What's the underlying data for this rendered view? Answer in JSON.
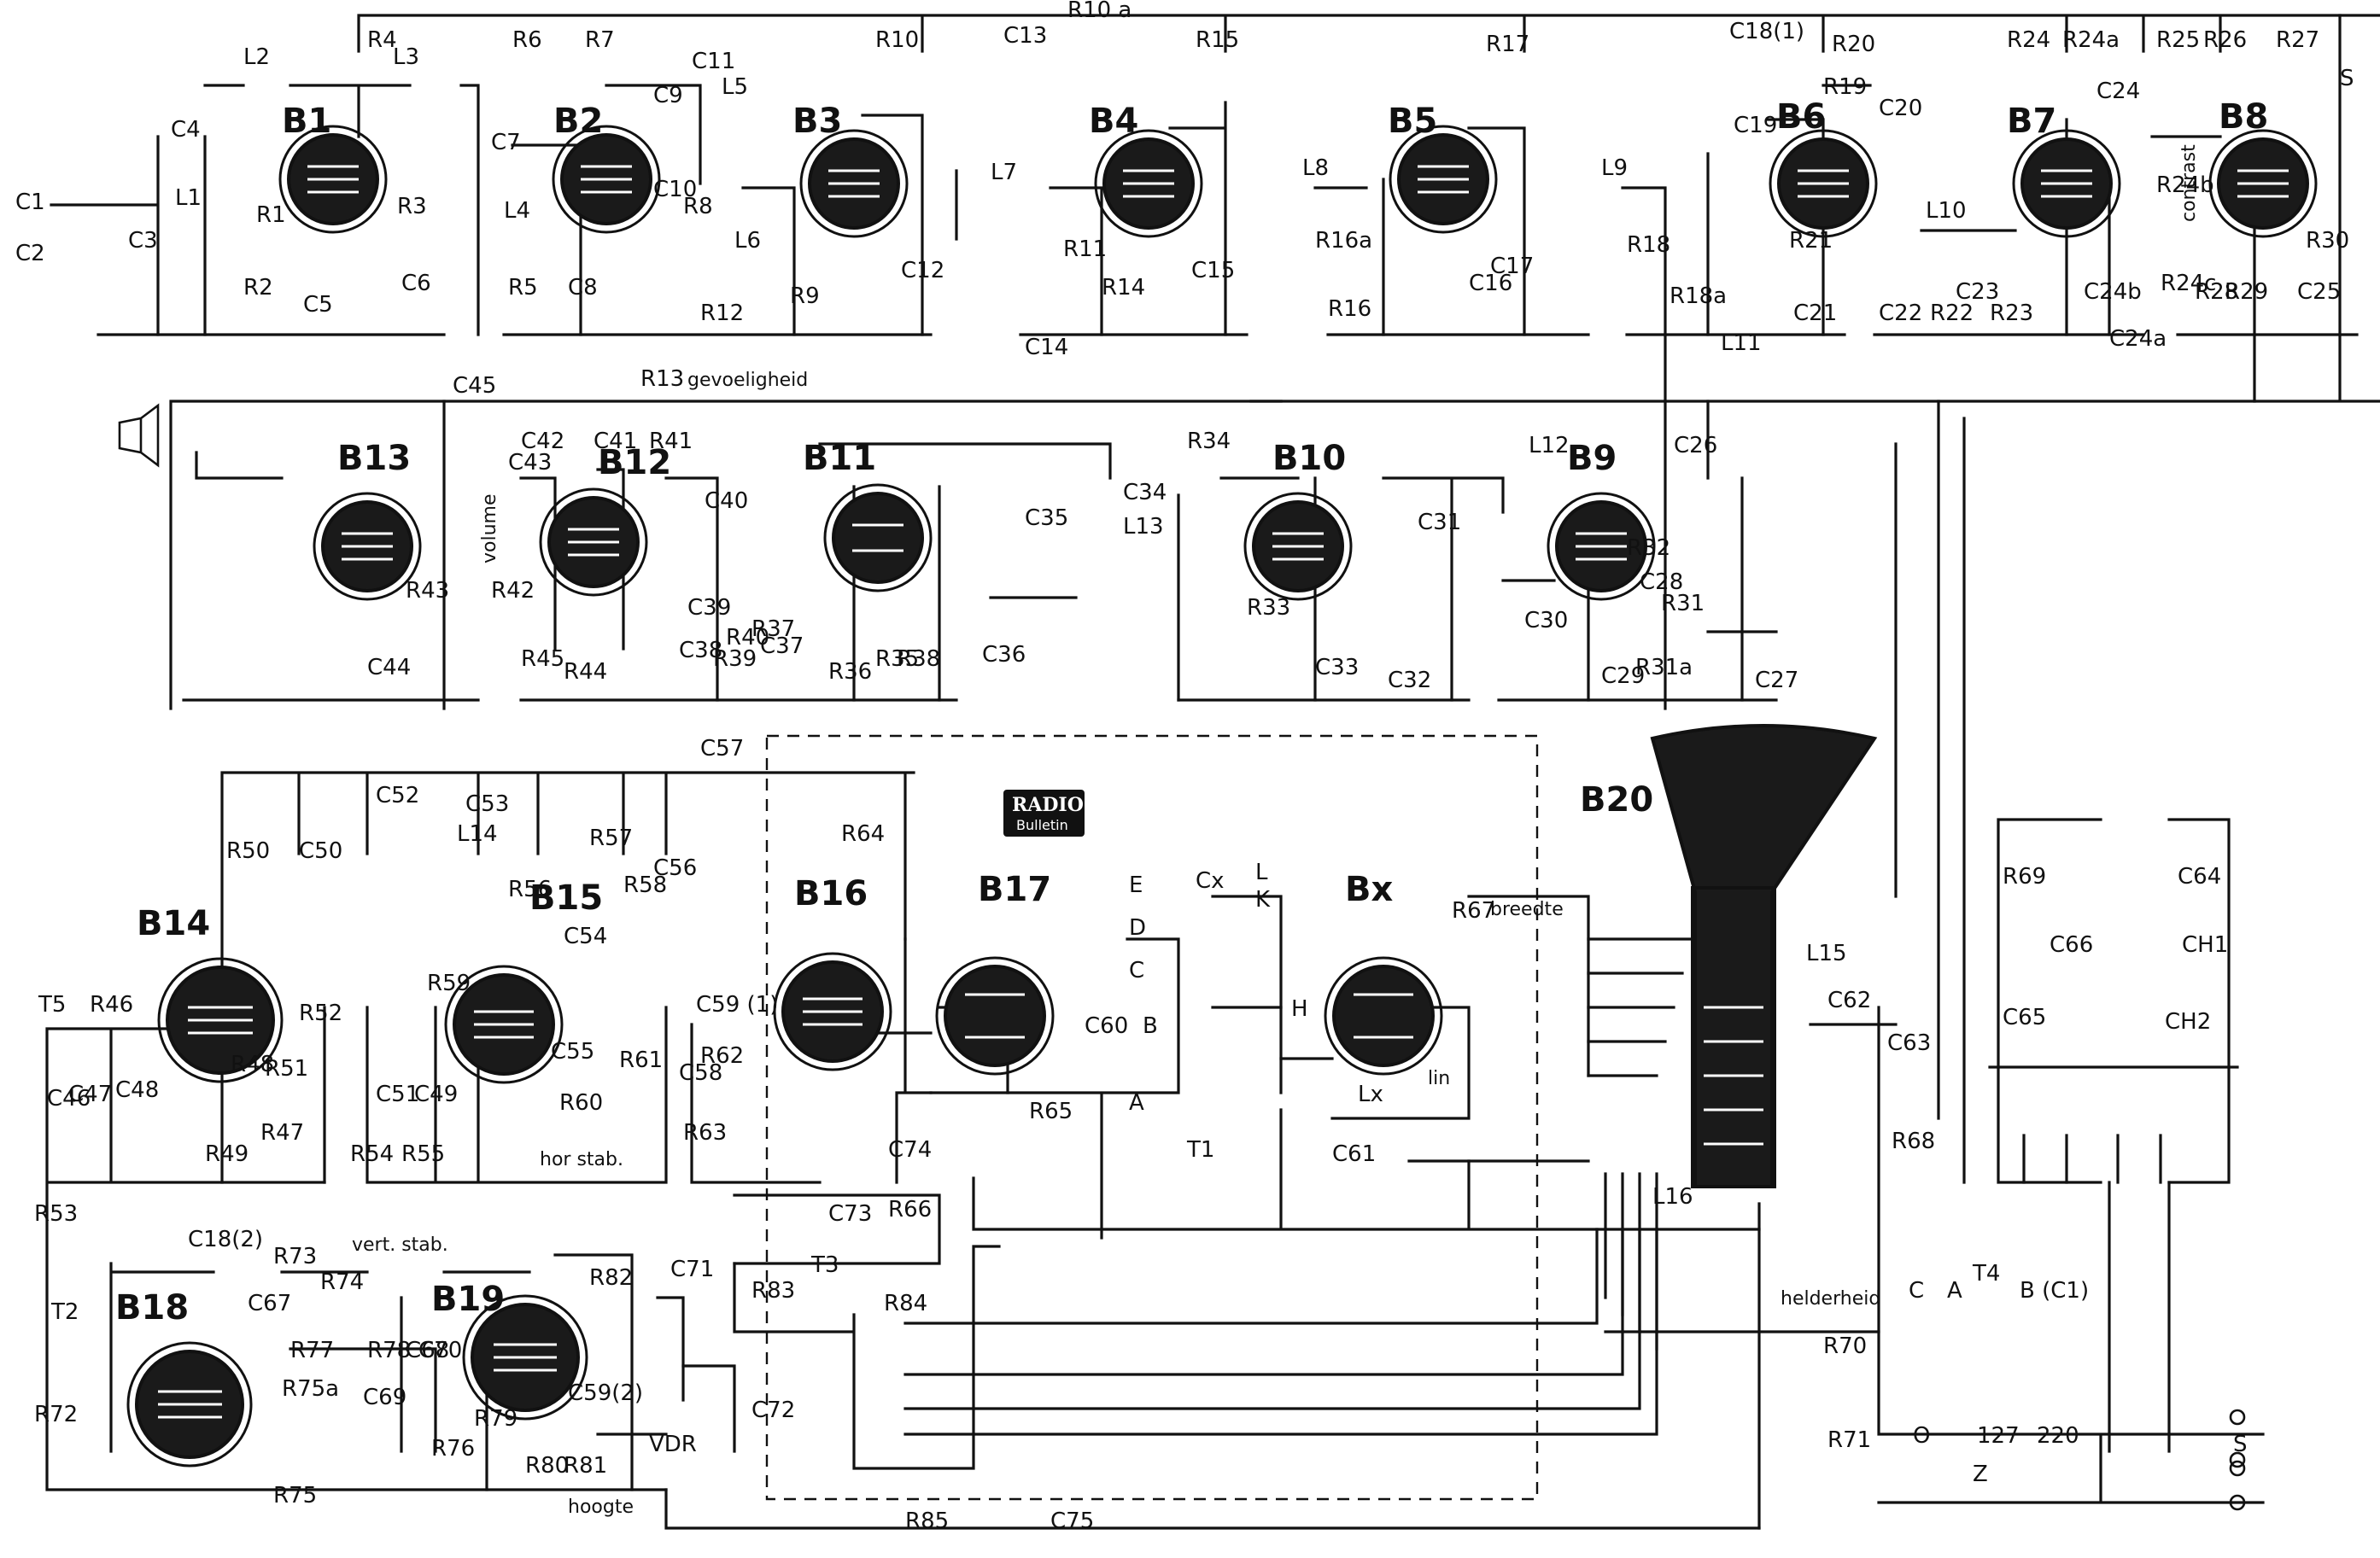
{
  "logo": {
    "line1": "RADIO",
    "line2": "Bulletin"
  },
  "tubes": [
    {
      "id": "B1",
      "label": "B1"
    },
    {
      "id": "B2",
      "label": "B2"
    },
    {
      "id": "B3",
      "label": "B3"
    },
    {
      "id": "B4",
      "label": "B4"
    },
    {
      "id": "B5",
      "label": "B5"
    },
    {
      "id": "B6",
      "label": "B6"
    },
    {
      "id": "B7",
      "label": "B7"
    },
    {
      "id": "B8",
      "label": "B8"
    },
    {
      "id": "B9",
      "label": "B9"
    },
    {
      "id": "B10",
      "label": "B10"
    },
    {
      "id": "B11",
      "label": "B11"
    },
    {
      "id": "B12",
      "label": "B12"
    },
    {
      "id": "B13",
      "label": "B13"
    },
    {
      "id": "B14",
      "label": "B14"
    },
    {
      "id": "B15",
      "label": "B15"
    },
    {
      "id": "B16",
      "label": "B16"
    },
    {
      "id": "B17",
      "label": "B17"
    },
    {
      "id": "Bx",
      "label": "Bx"
    },
    {
      "id": "B18",
      "label": "B18"
    },
    {
      "id": "B19",
      "label": "B19"
    },
    {
      "id": "B20",
      "label": "B20"
    }
  ],
  "components": [
    "C1",
    "C2",
    "C3",
    "C4",
    "L1",
    "L2",
    "L3",
    "R1",
    "R2",
    "R3",
    "R4",
    "C5",
    "C6",
    "R5",
    "R6",
    "R7",
    "C7",
    "C8",
    "C9",
    "C10",
    "C11",
    "L4",
    "L5",
    "R8",
    "R9",
    "R10",
    "R10 a",
    "C12",
    "C13",
    "L6",
    "L7",
    "R11",
    "R12",
    "R13",
    "C14",
    "R14",
    "C15",
    "L8",
    "R15",
    "R16",
    "R16a",
    "C16",
    "C17",
    "R17",
    "L9",
    "R18",
    "R18a",
    "C18(1)",
    "R19",
    "R20",
    "C19",
    "C20",
    "R21",
    "C21",
    "L10",
    "C22",
    "C23",
    "R22",
    "R23",
    "R24",
    "R24a",
    "R24b",
    "R24c",
    "C24",
    "C24a",
    "C24b",
    "R25",
    "R26",
    "R27",
    "R28",
    "R29",
    "R30",
    "C25",
    "C26",
    "C27",
    "C28",
    "C29",
    "C30",
    "L11",
    "L12",
    "R31",
    "R31a",
    "R32",
    "C31",
    "C32",
    "C33",
    "R33",
    "R34",
    "L13",
    "C34",
    "C35",
    "C36",
    "R35",
    "R36",
    "R37",
    "R38",
    "C37",
    "C38",
    "R39",
    "C39",
    "R40",
    "C40",
    "R41",
    "C41",
    "C42",
    "C43",
    "R42",
    "R43",
    "R44",
    "R45",
    "C44",
    "C45",
    "C46",
    "T5",
    "R46",
    "C47",
    "C48",
    "R47",
    "R48",
    "R49",
    "R50",
    "C50",
    "R51",
    "R52",
    "R53",
    "C51",
    "C49",
    "R54",
    "R55",
    "C52",
    "C53",
    "L14",
    "R56",
    "R57",
    "R58",
    "R59",
    "C54",
    "C55",
    "R60",
    "R61",
    "C56",
    "C59 (1)",
    "C58",
    "R62",
    "R63",
    "C57",
    "R64",
    "R65",
    "C60",
    "Cx",
    "T1",
    "Lx",
    "C61",
    "R67",
    "L15",
    "L16",
    "C62",
    "C63",
    "R68",
    "R69",
    "C64",
    "C65",
    "C66",
    "CH1",
    "CH2",
    "C18(2)",
    "T2",
    "R72",
    "C67",
    "R73",
    "R74",
    "R75a",
    "R75",
    "R76",
    "R77",
    "R78",
    "C68",
    "C69",
    "C70",
    "R79",
    "R80",
    "R81",
    "R82",
    "C59(2)",
    "C71",
    "R83",
    "R84",
    "C72",
    "T3",
    "C73",
    "R66",
    "C74",
    "R85",
    "C75",
    "R70",
    "R71",
    "T4",
    "VDR",
    "Z",
    "S"
  ],
  "terminals": [
    "E",
    "D",
    "C",
    "B",
    "A",
    "H",
    "L",
    "K",
    "S",
    "C",
    "A",
    "B (C1)",
    "O",
    "127",
    "220"
  ],
  "controls": {
    "gevoeligheid": "gevoeligheid",
    "volume": "volume",
    "contrast": "contrast",
    "breedte": "breedte",
    "lin": "lin",
    "hor_stab": "hor stab.",
    "vert_stab": "vert. stab.",
    "hoogte": "hoogte",
    "helderheid": "helderheid"
  }
}
